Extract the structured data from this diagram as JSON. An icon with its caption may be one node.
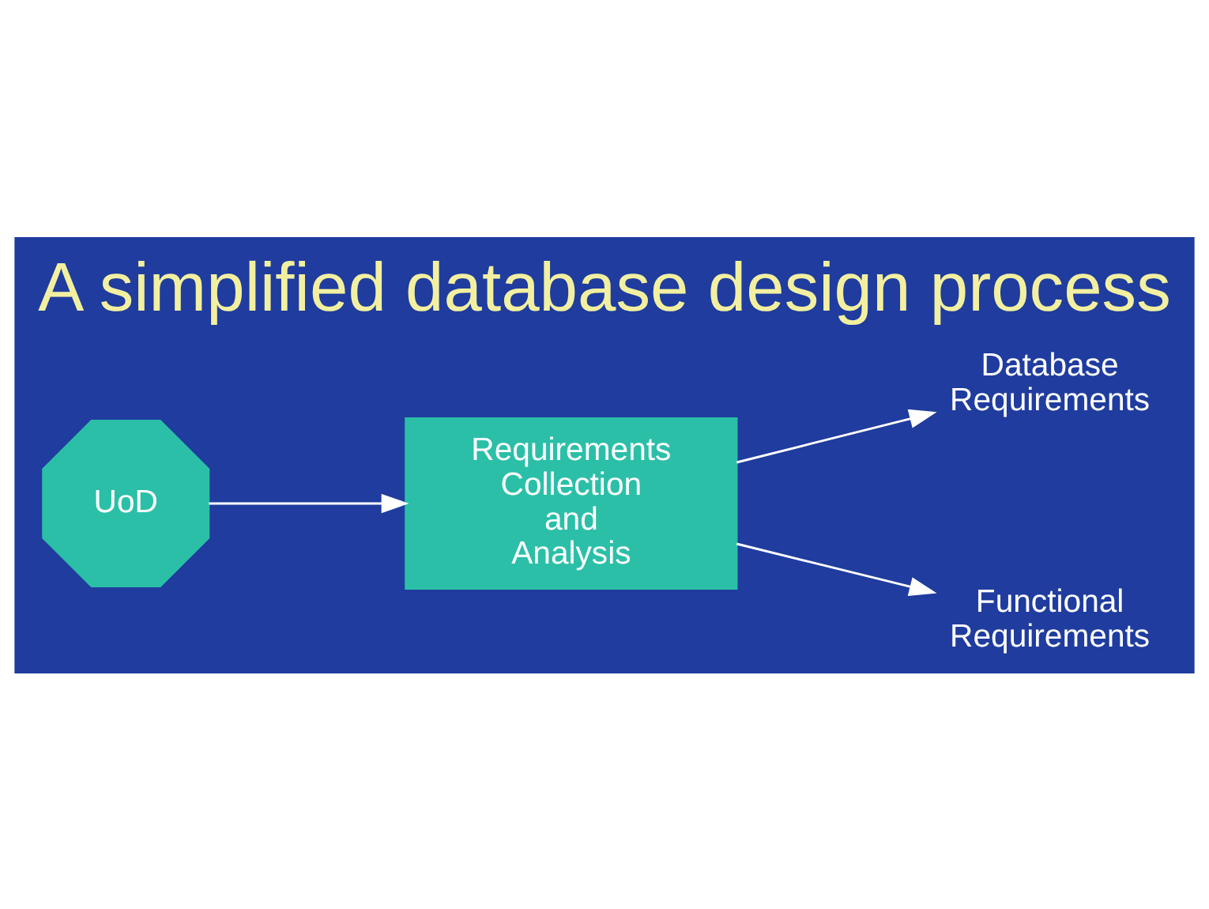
{
  "diagram": {
    "title": "A simplified database design process",
    "nodes": [
      {
        "text": [
          "UoD"
        ]
      },
      {
        "text": [
          "Requirements Collection and Analysis"
        ]
      },
      {
        "text": [
          "Database Requirements"
        ]
      },
      {
        "text": [
          "Functional Requirements"
        ]
      }
    ],
    "edges": [
      {
        "from": 0,
        "to": 1,
        "arrow": "to"
      },
      {
        "from": 1,
        "to": 2,
        "arrow": "to"
      },
      {
        "from": 1,
        "to": 3,
        "arrow": "to"
      }
    ]
  }
}
